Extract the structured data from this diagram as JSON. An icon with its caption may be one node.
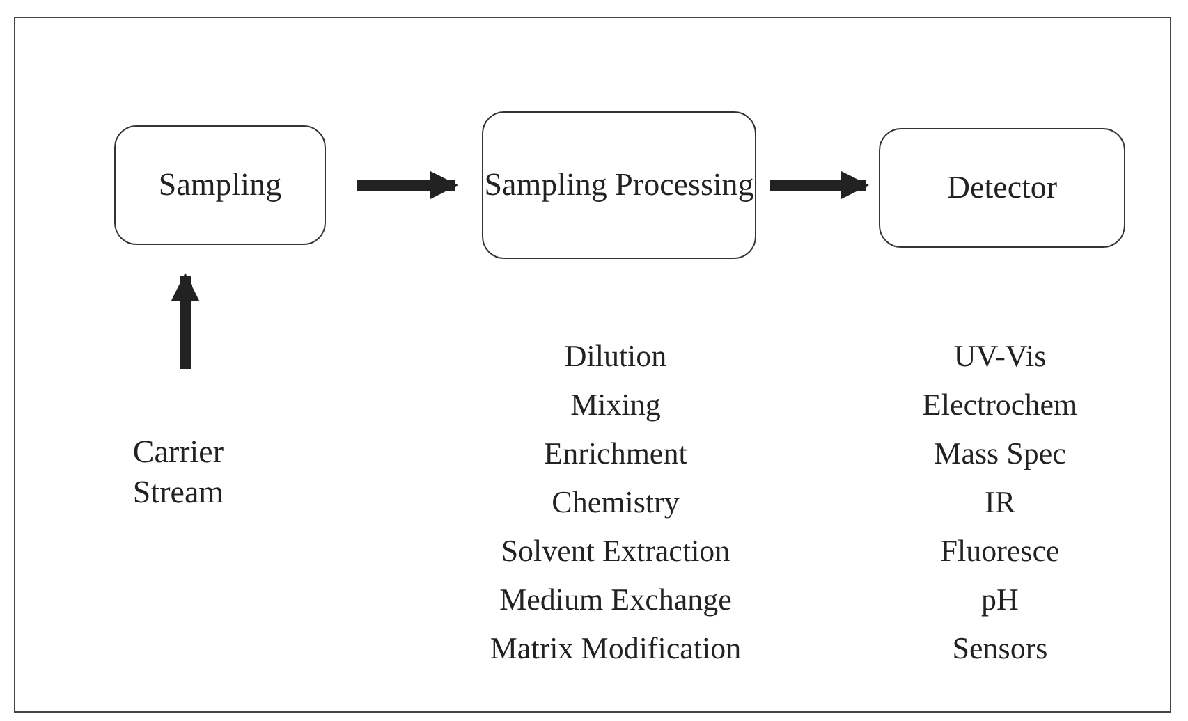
{
  "diagram": {
    "nodes": [
      {
        "text": [
          "Sampling"
        ]
      },
      {
        "text": [
          "Sampling Processing"
        ]
      },
      {
        "text": [
          "Detector"
        ]
      },
      {
        "text": [
          "Carrier Stream"
        ]
      }
    ],
    "edges": [
      {
        "from": 0,
        "to": 1,
        "arrow": "to"
      },
      {
        "from": 1,
        "to": 2,
        "arrow": "to"
      },
      {
        "from": 3,
        "to": 0,
        "arrow": "to"
      }
    ],
    "labels": [
      "Dilution",
      "UV-Vis",
      "Mixing",
      "Electrochem",
      "Enrichment",
      "Mass Spec",
      "Chemistry",
      "IR",
      "Solvent Extraction",
      "Fluoresce",
      "Medium Exchange",
      "pH",
      "Matrix Modification",
      "Sensors"
    ]
  }
}
